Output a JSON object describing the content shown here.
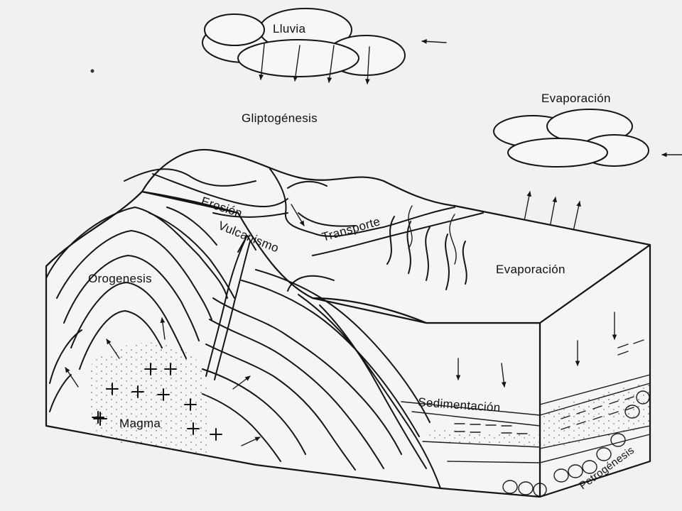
{
  "labels": {
    "lluvia": "Lluvia",
    "gliptogenesis": "Gliptogénesis",
    "evaporacion_top": "Evaporación",
    "erosion": "Erosión",
    "transporte": "Transporte",
    "vulcanismo": "Vulcanismo",
    "orogenesis": "Orogenesis",
    "evaporacion_side": "Evaporación",
    "sedimentacion": "Sedimentación",
    "magma": "Magma",
    "petrogenesis": "Petrogénesis"
  },
  "colors": {
    "paper": "#f1f1ef",
    "ink": "#151515"
  }
}
